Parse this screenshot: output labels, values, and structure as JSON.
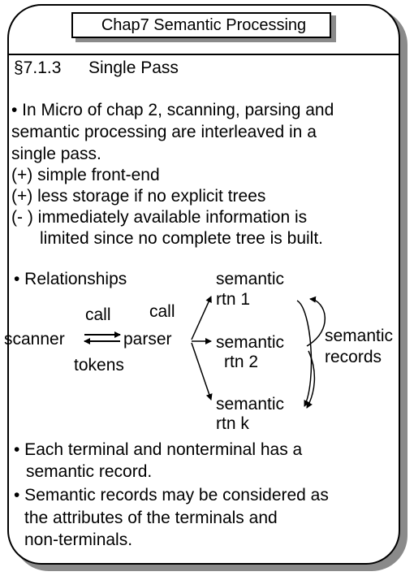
{
  "slide": {
    "title": "Chap7  Semantic Processing",
    "section_number": "§7.1.3",
    "section_title": "Single Pass",
    "intro_lines": [
      "• In Micro of chap 2, scanning, parsing and",
      "semantic processing are interleaved in a",
      "single pass.",
      "(+) simple front-end",
      "(+) less storage if no explicit trees",
      "(- ) immediately available information is",
      "limited since no complete tree is built."
    ],
    "relationships_bullet": "• Relationships",
    "diagram": {
      "call_left": "call",
      "call_right": "call",
      "scanner": "scanner",
      "parser": "parser",
      "tokens": "tokens",
      "rtn1": [
        "semantic",
        "rtn 1"
      ],
      "rtn2": [
        "semantic",
        "rtn 2"
      ],
      "rtnk": [
        "semantic",
        "rtn k"
      ],
      "records": [
        "semantic",
        "records"
      ]
    },
    "closing_lines": [
      "• Each terminal and nonterminal has a",
      "semantic record.",
      "• Semantic records may be considered as",
      "the attributes of the terminals and",
      "non-terminals."
    ]
  }
}
